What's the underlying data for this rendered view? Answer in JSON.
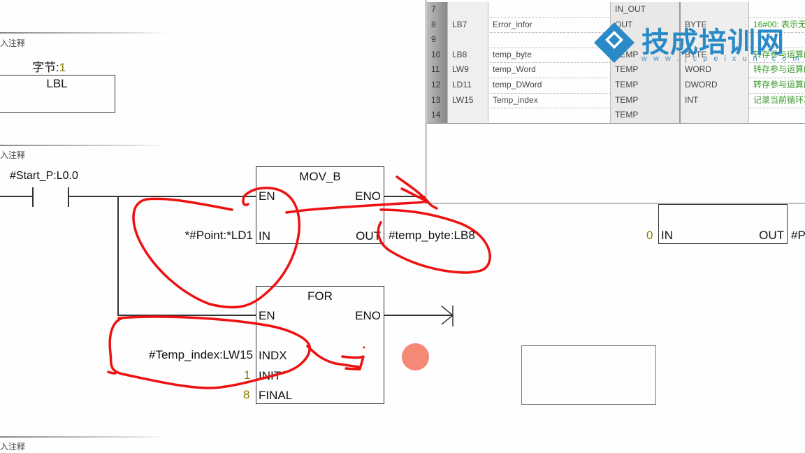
{
  "networks": [
    {
      "comment": "入注释"
    },
    {
      "comment": "入注释"
    },
    {
      "comment": "入注释"
    }
  ],
  "network1": {
    "byte_label": "字节:",
    "byte_value": "1",
    "box_title": "LBL"
  },
  "network2": {
    "contact_label": "#Start_P:L0.0",
    "mov": {
      "title": "MOV_B",
      "en": "EN",
      "eno": "ENO",
      "in": "IN",
      "out": "OUT",
      "in_operand": "*#Point:*LD1",
      "out_operand": "#temp_byte:LB8"
    },
    "for": {
      "title": "FOR",
      "en": "EN",
      "eno": "ENO",
      "indx": "INDX",
      "init": "INIT",
      "final": "FINAL",
      "indx_operand": "#Temp_index:LW15",
      "init_value": "1",
      "final_value": "8"
    },
    "right_box": {
      "in": "IN",
      "out": "OUT",
      "in_value": "0",
      "out_operand": "#P"
    }
  },
  "variable_table": {
    "rows": [
      {
        "num": "7",
        "addr": "",
        "name": "",
        "type": "IN_OUT",
        "dtype": "",
        "comment": ""
      },
      {
        "num": "8",
        "addr": "LB7",
        "name": "Error_infor",
        "type": "OUT",
        "dtype": "BYTE",
        "comment": "16#00: 表示无"
      },
      {
        "num": "9",
        "addr": "",
        "name": "",
        "type": "",
        "dtype": "",
        "comment": ""
      },
      {
        "num": "10",
        "addr": "LB8",
        "name": "temp_byte",
        "type": "TEMP",
        "dtype": "BYTE",
        "comment": "转存参与运算的"
      },
      {
        "num": "11",
        "addr": "LW9",
        "name": "temp_Word",
        "type": "TEMP",
        "dtype": "WORD",
        "comment": "转存参与运算的"
      },
      {
        "num": "12",
        "addr": "LD11",
        "name": "temp_DWord",
        "type": "TEMP",
        "dtype": "DWORD",
        "comment": "转存参与运算的"
      },
      {
        "num": "13",
        "addr": "LW15",
        "name": "Temp_index",
        "type": "TEMP",
        "dtype": "INT",
        "comment": "记录当前循环次"
      },
      {
        "num": "14",
        "addr": "",
        "name": "",
        "type": "TEMP",
        "dtype": "",
        "comment": ""
      }
    ]
  },
  "watermark": {
    "text": "技成培训网",
    "url": "www.jcpeixun.com"
  },
  "colors": {
    "annotation": "#ee1111",
    "constant": "#8a7a00",
    "comment_green": "#3a9a2a",
    "cursor": "#f58877",
    "watermark": "#2a8ac8"
  }
}
